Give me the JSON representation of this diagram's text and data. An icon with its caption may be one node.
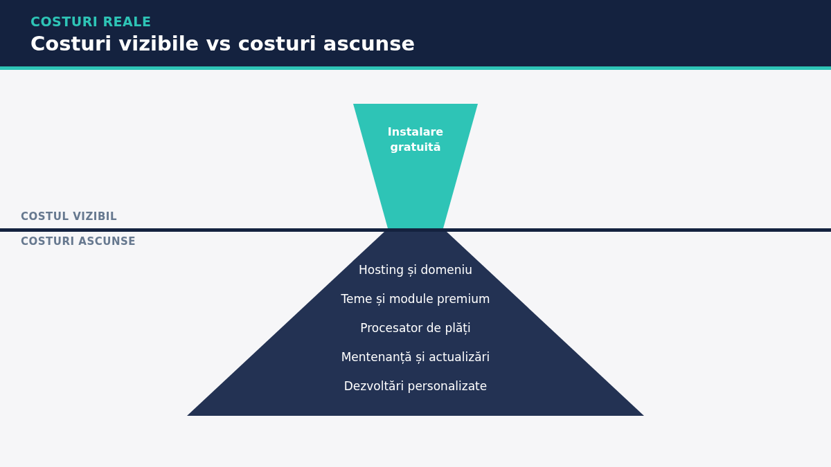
{
  "diagram": {
    "title": "Costuri vizibile vs costuri ascunse",
    "nodes": [
      {
        "text": [
          "Instalare gratuită"
        ]
      },
      {
        "text": [
          "Hosting și domeniu",
          "Teme și module premium",
          "Procesator de plăți",
          "Mentenanță și actualizări",
          "Dezvoltări personalizate"
        ]
      }
    ],
    "labels": [
      "COSTURI REALE",
      "COSTUL VIZIBIL",
      "COSTURI ASCUNSE"
    ]
  }
}
